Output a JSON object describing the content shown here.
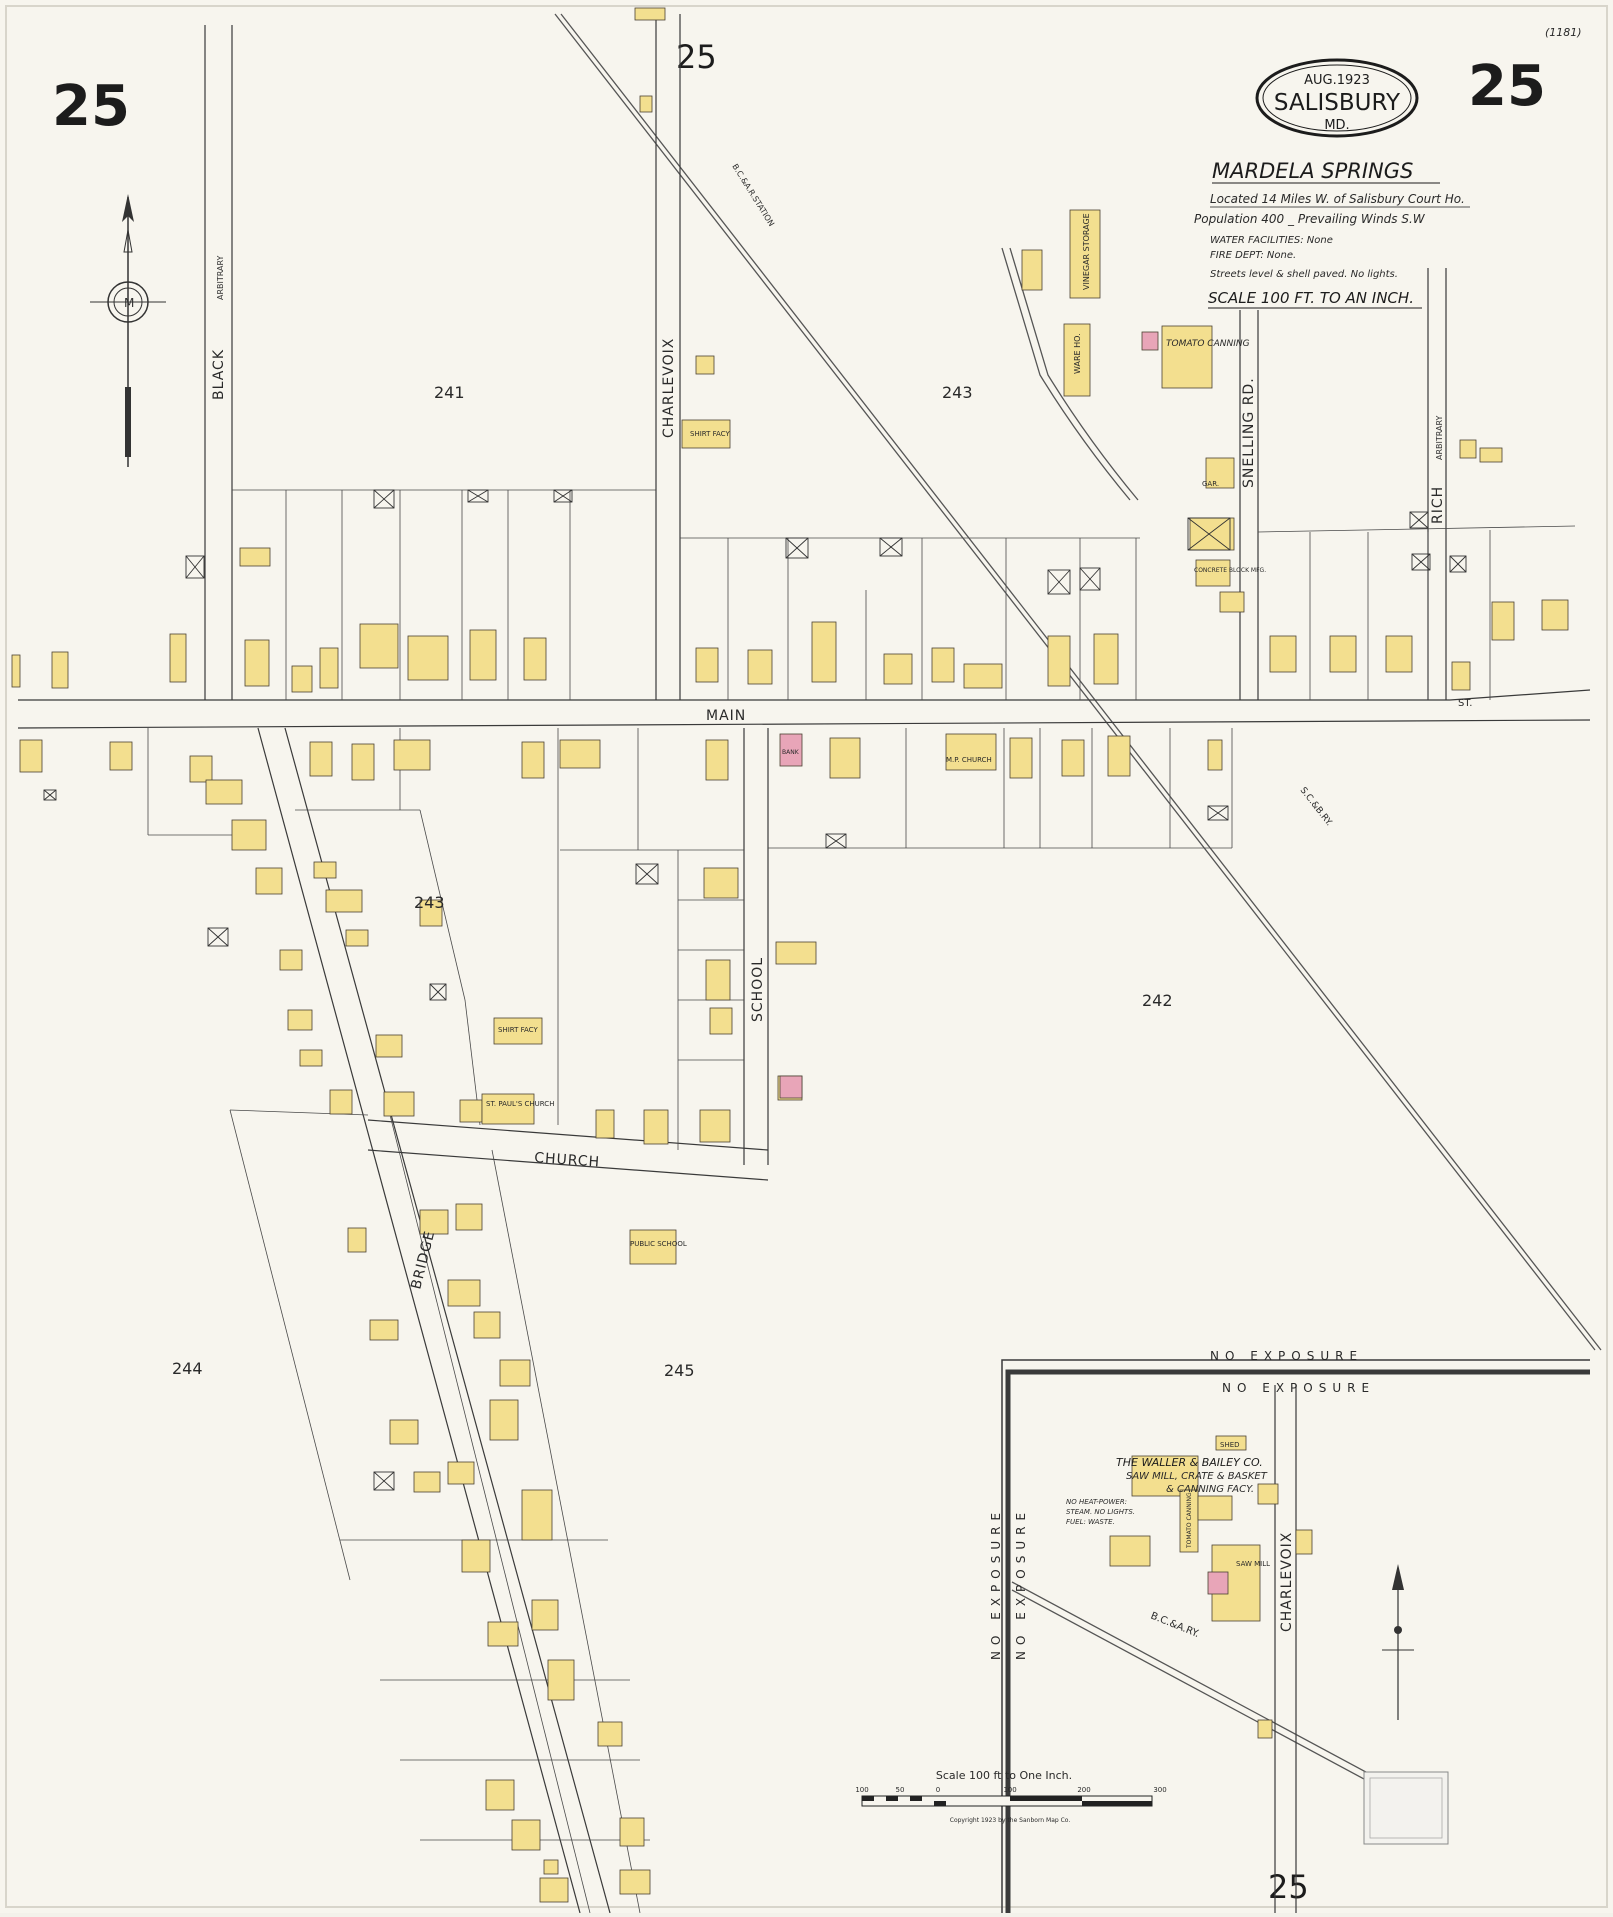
{
  "sheet": {
    "number_left": "25",
    "number_right": "25",
    "number_top": "25",
    "number_bottom": "25",
    "corner_note": "(1181)"
  },
  "oval": {
    "date": "AUG.1923",
    "city": "SALISBURY",
    "state": "MD."
  },
  "legend": {
    "title": "MARDELA SPRINGS",
    "line1": "Located 14 Miles W. of Salisbury Court Ho.",
    "line2": "Population 400 _ Prevailing Winds S.W",
    "water": "WATER FACILITIES: None",
    "fire": "FIRE DEPT: None.",
    "streets": "Streets level & shell paved. No lights.",
    "scale": "SCALE 100 FT. TO AN INCH."
  },
  "blocks": [
    "241",
    "243",
    "243",
    "242",
    "244",
    "245"
  ],
  "streets": {
    "black": "BLACK",
    "arbitrary1": "ARBITRARY",
    "charlevoix": "CHARLEVOIX",
    "charlevoix2": "CHARLEVOIX",
    "main": "MAIN",
    "school": "SCHOOL",
    "church": "CHURCH",
    "bridge": "BRIDGE",
    "snelling": "SNELLING RD.",
    "rich": "RICH",
    "arbitrary2": "ARBITRARY",
    "scbary": "S.C.&B.RY.",
    "bcary": "B.C.&A.RY.",
    "bcastation": "B.C.&A.R.STATION",
    "st": "ST."
  },
  "labels": {
    "tomato": "TOMATO CANNING",
    "vinegar": "VINEGAR STORAGE",
    "warehouse": "WARE HO.",
    "shirt1": "SHIRT FACY",
    "shirt2": "SHIRT FACY",
    "mp_church": "M.P. CHURCH",
    "st_paul": "ST. PAUL'S CHURCH",
    "public_school": "PUBLIC SCHOOL",
    "concrete": "CONCRETE BLOCK MFG.",
    "garage": "GAR.",
    "bank": "BANK"
  },
  "mill": {
    "name": "THE WALLER & BAILEY CO.",
    "line1": "SAW MILL, CRATE & BASKET",
    "line2": "& CANNING FACY.",
    "note1": "NO HEAT-POWER:",
    "note2": "STEAM. NO LIGHTS.",
    "note3": "FUEL: WASTE.",
    "saw": "SAW MILL",
    "shed": "SHED",
    "tomato2": "TOMATO CANNING"
  },
  "exposure": {
    "top1": "NO  EXPOSURE",
    "top2": "NO  EXPOSURE",
    "left1": "NO  EXPOSURE",
    "left2": "NO  EXPOSURE"
  },
  "scale_bar": {
    "label": "Scale 100 ft to One Inch.",
    "ticks": [
      "100",
      "50",
      "0",
      "100",
      "200",
      "300"
    ],
    "copyright": "Copyright 1923 by the Sanborn Map Co."
  },
  "colors": {
    "paper": "#f7f5ee",
    "frame": "#d9d7cf",
    "frame_building": "#f3df8f",
    "brick_building": "#e8a5b8",
    "line": "#3a3a3a"
  },
  "icons": {
    "compass": "compass-rose-icon",
    "north": "north-arrow-icon"
  }
}
